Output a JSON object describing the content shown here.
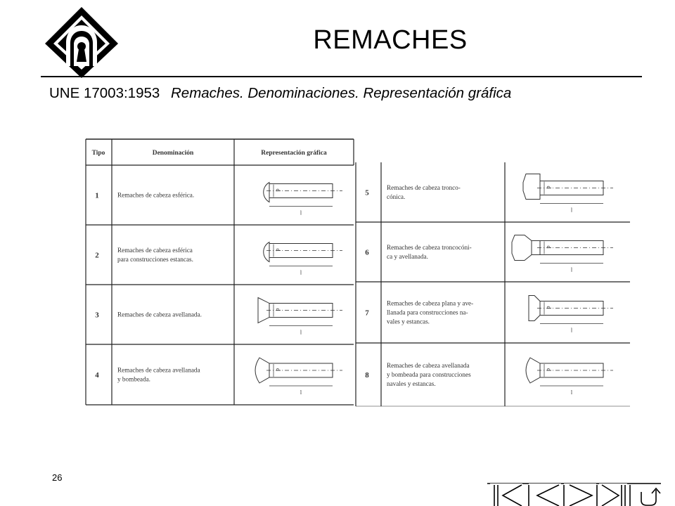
{
  "slide": {
    "title": "REMACHES",
    "standard_code": "UNE 17003:1953",
    "standard_title": "Remaches. Denominaciones. Representación gráfica",
    "page_number": "26"
  },
  "table": {
    "headers": [
      "Tipo",
      "Denominación",
      "Representación gráfica"
    ],
    "rows": [
      {
        "tipo": "1",
        "lines": [
          "Remaches de cabeza esférica."
        ],
        "head": "round"
      },
      {
        "tipo": "2",
        "lines": [
          "Remaches de cabeza esférica",
          "para construcciones estancas."
        ],
        "head": "round"
      },
      {
        "tipo": "3",
        "lines": [
          "Remaches de cabeza avellanada."
        ],
        "head": "countersunk"
      },
      {
        "tipo": "4",
        "lines": [
          "Remaches de cabeza avellanada",
          "y bombeada."
        ],
        "head": "countersunk-raised"
      },
      {
        "tipo": "5",
        "lines": [
          "Remaches de cabeza tronco-",
          "cónica."
        ],
        "head": "conical"
      },
      {
        "tipo": "6",
        "lines": [
          "Remaches de cabeza troncocóni-",
          "ca y avellanada."
        ],
        "head": "conical-countersunk"
      },
      {
        "tipo": "7",
        "lines": [
          "Remaches de cabeza plana y ave-",
          "llanada para construcciones na-",
          "vales y estancas."
        ],
        "head": "flat-countersunk"
      },
      {
        "tipo": "8",
        "lines": [
          "Remaches de cabeza avellanada",
          "y bombeada para construcciones",
          "navales y estancas."
        ],
        "head": "countersunk-raised"
      }
    ],
    "dim_labels": {
      "diameter": "d",
      "length": "l"
    }
  },
  "navigation": {
    "buttons": [
      {
        "id": "first",
        "icon": "first-slide-icon"
      },
      {
        "id": "previous",
        "icon": "previous-slide-icon"
      },
      {
        "id": "next",
        "icon": "next-slide-icon"
      },
      {
        "id": "last",
        "icon": "last-slide-icon"
      },
      {
        "id": "return",
        "icon": "return-icon"
      }
    ]
  }
}
